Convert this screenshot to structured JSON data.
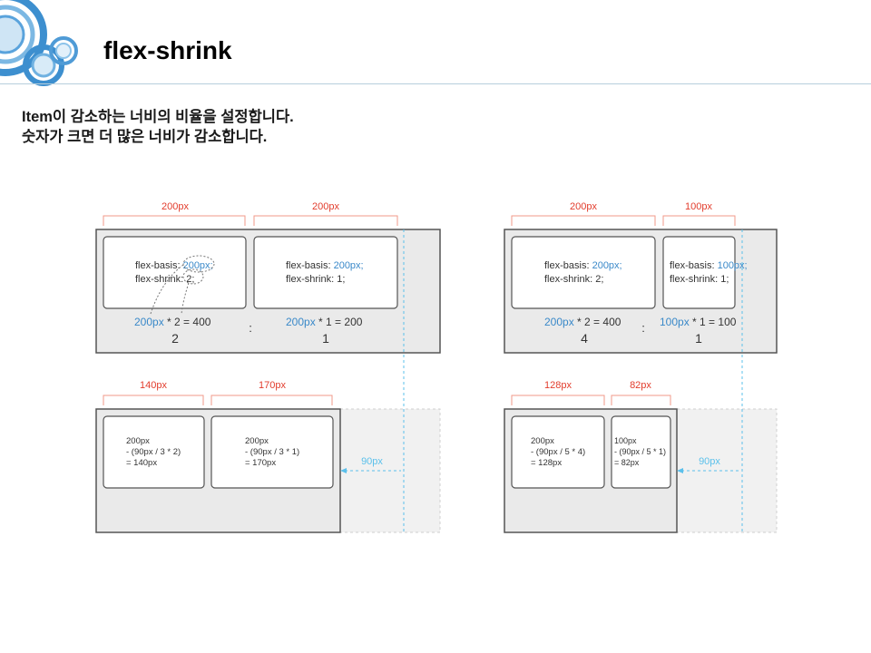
{
  "header": {
    "title": "flex-shrink"
  },
  "description": {
    "line1": "Item이 감소하는 너비의 비율을 설정합니다.",
    "line2": "숫자가 크면 더 많은 너비가 감소합니다."
  },
  "colors": {
    "accent_blue": "#3a89c9",
    "measure_red": "#e23c2c",
    "bracket": "#f09a8a",
    "guide_blue": "#5bc0eb",
    "panel_fill": "#eaeaea",
    "box_border": "#555555",
    "logo_blue": "#3d8fcf"
  },
  "diagram_left": {
    "top": {
      "dim_labels": [
        "200px",
        "200px"
      ],
      "item1": {
        "basis_label": "flex-basis: ",
        "basis_value": "200px;",
        "shrink_label": "flex-shrink: ",
        "shrink_value": "2;"
      },
      "item2": {
        "basis_label": "flex-basis: ",
        "basis_value": "200px;",
        "shrink_label": "flex-shrink: ",
        "shrink_value": "1;"
      },
      "calc1_blue": "200px",
      "calc1_rest": " * 2 = 400",
      "calc2_blue": "200px",
      "calc2_rest": " * 1 = 200",
      "ratio1": "2",
      "ratio2": "1",
      "sep": ":"
    },
    "bottom": {
      "dim_labels": [
        "140px",
        "170px"
      ],
      "item1": [
        "200px",
        "- (90px / 3 * 2)",
        "= 140px"
      ],
      "item2": [
        "200px",
        "- (90px / 3 * 1)",
        "= 170px"
      ],
      "shrink_amount": "90px"
    }
  },
  "diagram_right": {
    "top": {
      "dim_labels": [
        "200px",
        "100px"
      ],
      "item1": {
        "basis_label": "flex-basis: ",
        "basis_value": "200px;",
        "shrink_label": "flex-shrink: ",
        "shrink_value": "2;"
      },
      "item2": {
        "basis_label": "flex-basis: ",
        "basis_value": "100px;",
        "shrink_label": "flex-shrink: ",
        "shrink_value": "1;"
      },
      "calc1_blue": "200px",
      "calc1_rest": " * 2 = 400",
      "calc2_blue": "100px",
      "calc2_rest": " * 1 = 100",
      "ratio1": "4",
      "ratio2": "1",
      "sep": ":"
    },
    "bottom": {
      "dim_labels": [
        "128px",
        "82px"
      ],
      "item1": [
        "200px",
        "- (90px / 5 * 4)",
        "= 128px"
      ],
      "item2": [
        "100px",
        "- (90px / 5 * 1)",
        "= 82px"
      ],
      "shrink_amount": "90px"
    }
  }
}
